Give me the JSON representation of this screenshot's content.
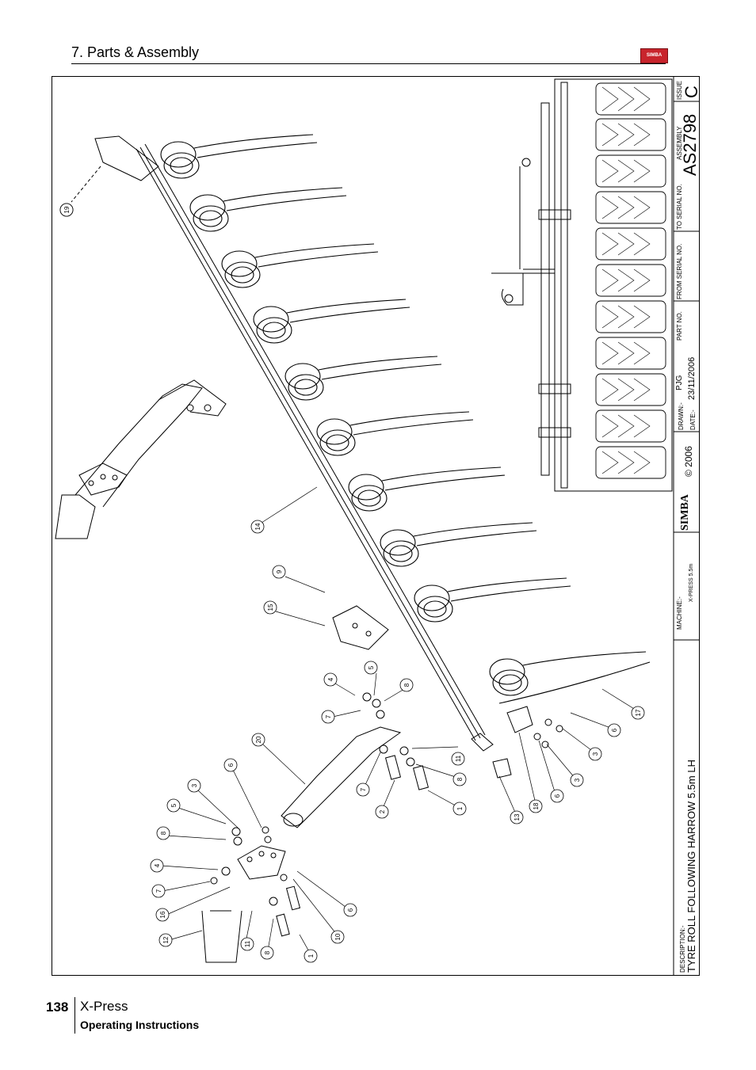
{
  "header": {
    "section_title": "7. Parts & Assembly",
    "logo_text": "SIMBA"
  },
  "footer": {
    "page_number": "138",
    "product": "X-Press",
    "subtitle": "Operating Instructions"
  },
  "title_block": {
    "issue_label": "ISSUE",
    "issue": "C",
    "assembly_label": "ASSEMBLY",
    "assembly": "AS2798",
    "to_serial_label": "TO SERIAL NO.",
    "from_serial_label": "FROM SERIAL NO.",
    "part_no_label": "PART NO.",
    "drawn_label": "DRAWN:-",
    "drawn": "PJG",
    "date_label": "DATE:-",
    "date": "23/11/2006",
    "brand": "SIMBA",
    "copyright": "© 2006",
    "machine_label": "MACHINE:-",
    "machine": "X-PRESS 5.5m",
    "description_label": "DESCRIPTION:-",
    "description": "TYRE ROLL FOLLOWING HARROW 5.5m LH"
  },
  "callouts": [
    "19",
    "14",
    "9",
    "15",
    "5",
    "4",
    "8",
    "7",
    "20",
    "6",
    "3",
    "5",
    "8",
    "4",
    "7",
    "16",
    "12",
    "11",
    "8",
    "1",
    "10",
    "6",
    "7",
    "2",
    "11",
    "8",
    "1",
    "13",
    "18",
    "6",
    "3",
    "3",
    "6",
    "17"
  ],
  "colors": {
    "line": "#000000",
    "logo": "#c8242c"
  }
}
